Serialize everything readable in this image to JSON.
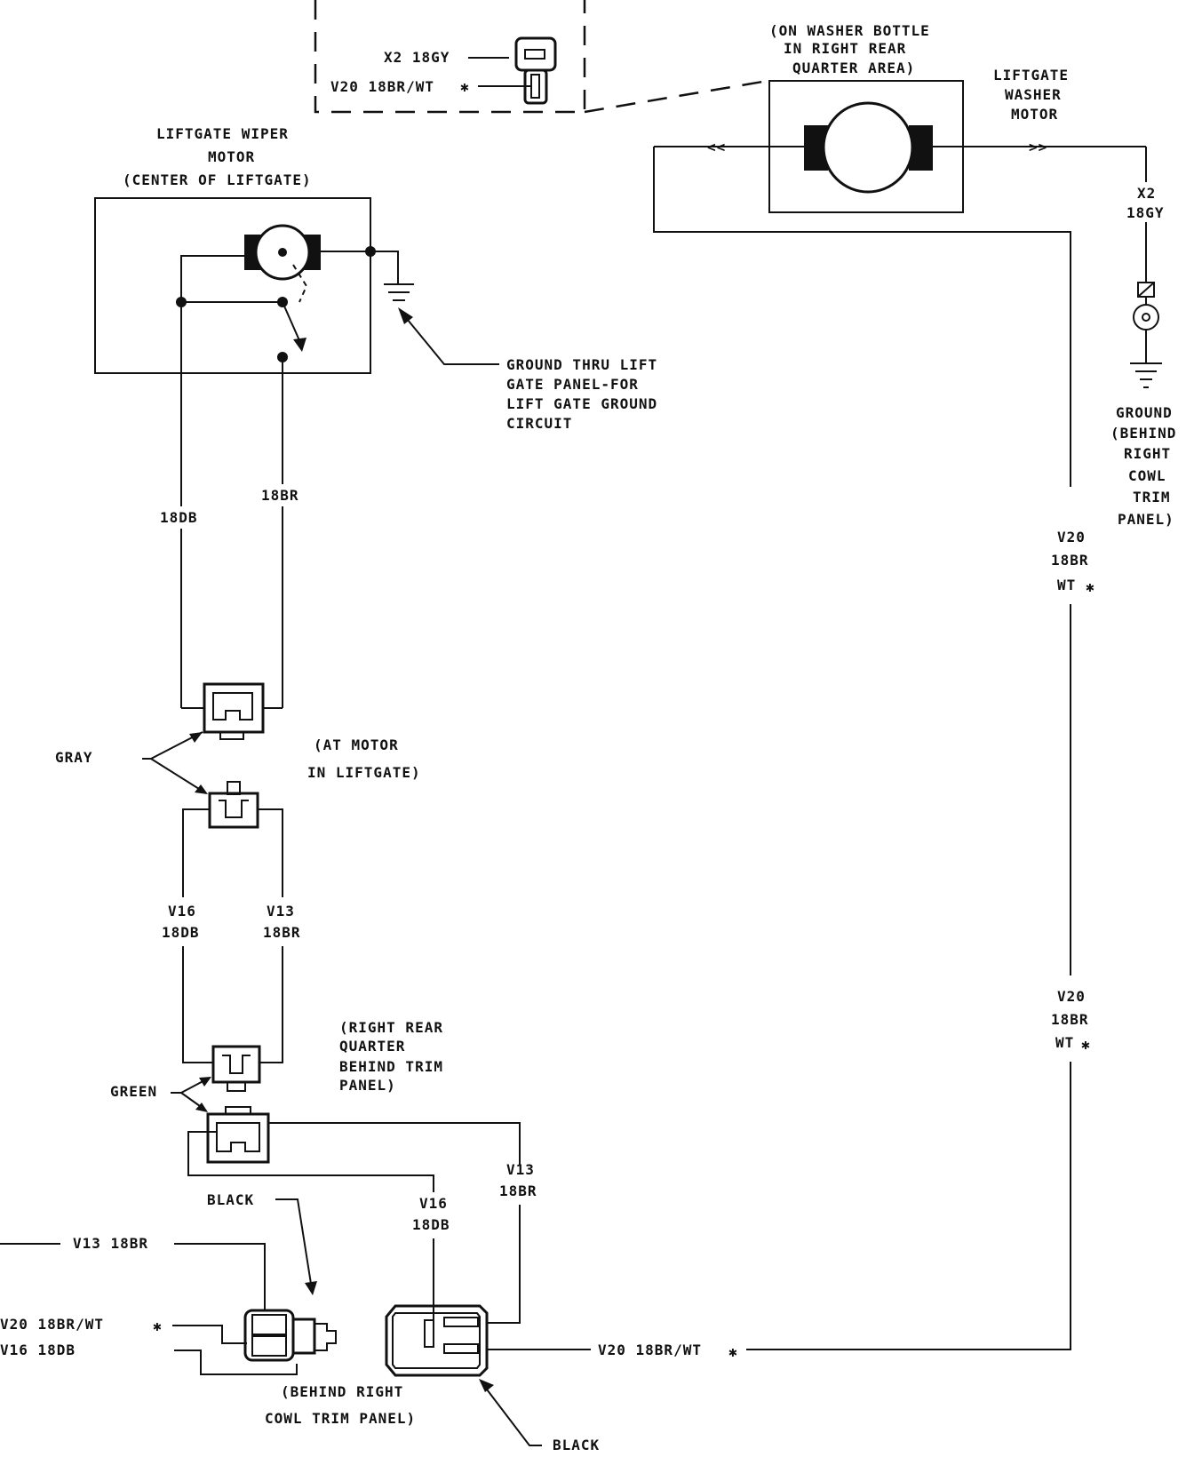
{
  "inset": {
    "wire1": "X2 18GY",
    "wire2": "V20 18BR/WT"
  },
  "washer_motor": {
    "location_lines": [
      "(ON WASHER BOTTLE",
      "IN RIGHT REAR",
      "QUARTER AREA)"
    ],
    "title_lines": [
      "LIFTGATE",
      "WASHER",
      "MOTOR"
    ]
  },
  "wiper_motor": {
    "title_lines": [
      "LIFTGATE WIPER",
      "MOTOR",
      "(CENTER OF LIFTGATE)"
    ]
  },
  "ground_note": {
    "lines": [
      "GROUND THRU LIFT",
      "GATE PANEL-FOR",
      "LIFT GATE GROUND",
      "CIRCUIT"
    ]
  },
  "right_ground": {
    "wire_lines": [
      "X2",
      "18GY"
    ],
    "label_lines": [
      "GROUND",
      "(BEHIND",
      "RIGHT",
      "COWL",
      "TRIM",
      "PANEL)"
    ]
  },
  "right_wire": {
    "label1_lines": [
      "V20",
      "18BR",
      "WT"
    ],
    "label2_lines": [
      "V20",
      "18BR",
      "WT"
    ]
  },
  "motor_wires": {
    "left": "18DB",
    "right": "18BR"
  },
  "gray_connector": {
    "color": "GRAY",
    "location_lines": [
      "(AT MOTOR",
      "IN LIFTGATE)"
    ]
  },
  "mid_wires": {
    "left_lines": [
      "V16",
      "18DB"
    ],
    "right_lines": [
      "V13",
      "18BR"
    ]
  },
  "green_connector": {
    "color": "GREEN",
    "location_lines": [
      "(RIGHT REAR",
      "QUARTER",
      "BEHIND TRIM",
      "PANEL)"
    ]
  },
  "lower_wires": {
    "left_lines": [
      "V16",
      "18DB"
    ],
    "right_lines": [
      "V13",
      "18BR"
    ]
  },
  "black_connector_left": {
    "color": "BLACK",
    "wires": [
      "V13 18BR",
      "V20 18BR/WT",
      "V16 18DB"
    ],
    "location_lines": [
      "(BEHIND RIGHT",
      "COWL TRIM PANEL)"
    ]
  },
  "black_connector_right": {
    "color": "BLACK",
    "wire": "V20 18BR/WT"
  },
  "symbols": {
    "star": "✱"
  }
}
